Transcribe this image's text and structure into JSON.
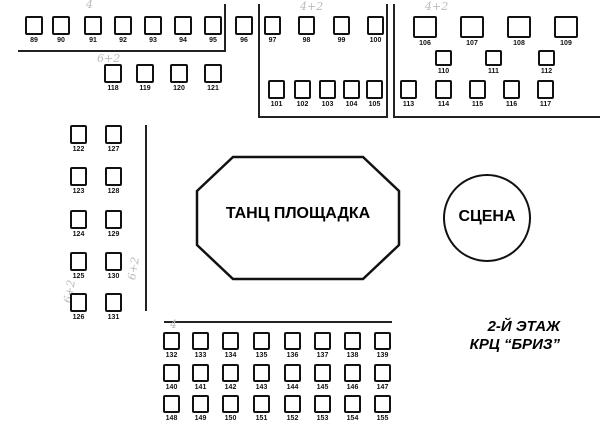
{
  "floor_plan": {
    "title_line1": "2-Й ЭТАЖ",
    "title_line2": "КРЦ “БРИЗ”",
    "dance_floor_label": "ТАНЦ ПЛОЩАДКА",
    "stage_label": "СЦЕНА",
    "handwritten_notes": [
      "4",
      "6+2",
      "4+2",
      "4+2",
      "6+2",
      "6+2",
      "4"
    ],
    "tables": {
      "top_left_row": [
        "89",
        "90",
        "91",
        "92",
        "93",
        "94",
        "95",
        "96"
      ],
      "row_118": [
        "118",
        "119",
        "120",
        "121"
      ],
      "section_97_top": [
        "97",
        "98",
        "99",
        "100"
      ],
      "section_97_bottom": [
        "101",
        "102",
        "103",
        "104",
        "105"
      ],
      "large_tables": [
        "106",
        "107",
        "108",
        "109"
      ],
      "middle_tables": [
        "110",
        "111",
        "112"
      ],
      "row_113": [
        "113",
        "114",
        "115",
        "116",
        "117"
      ],
      "left_col_a": [
        "122",
        "123",
        "124",
        "125",
        "126"
      ],
      "left_col_b": [
        "127",
        "128",
        "129",
        "130",
        "131"
      ],
      "bottom_row1": [
        "132",
        "133",
        "134",
        "135",
        "136",
        "137",
        "138",
        "139"
      ],
      "bottom_row2": [
        "140",
        "141",
        "142",
        "143",
        "144",
        "145",
        "146",
        "147"
      ],
      "bottom_row3": [
        "148",
        "149",
        "150",
        "151",
        "152",
        "153",
        "154",
        "155"
      ]
    }
  }
}
